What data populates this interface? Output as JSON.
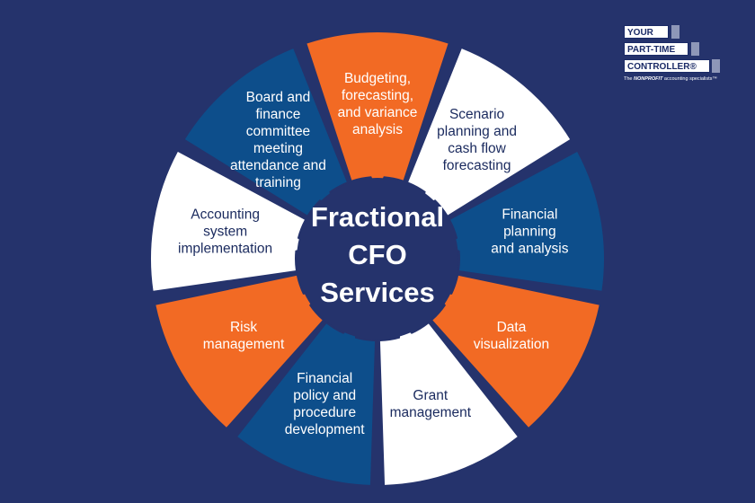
{
  "center": {
    "lines": [
      "Fractional",
      "CFO",
      "Services"
    ]
  },
  "segments": [
    {
      "lines": [
        "Budgeting,",
        "forecasting,",
        "and variance",
        "analysis"
      ],
      "color": "#f26a24",
      "text_color": "#ffffff"
    },
    {
      "lines": [
        "Scenario",
        "planning and",
        "cash flow",
        "forecasting"
      ],
      "color": "#ffffff",
      "text_color": "#1a2a5e"
    },
    {
      "lines": [
        "Financial",
        "planning",
        "and analysis"
      ],
      "color": "#0d4e8b",
      "text_color": "#ffffff"
    },
    {
      "lines": [
        "Data",
        "visualization"
      ],
      "color": "#f26a24",
      "text_color": "#ffffff"
    },
    {
      "lines": [
        "Grant",
        "management"
      ],
      "color": "#ffffff",
      "text_color": "#1a2a5e"
    },
    {
      "lines": [
        "Financial",
        "policy and",
        "procedure",
        "development"
      ],
      "color": "#0d4e8b",
      "text_color": "#ffffff"
    },
    {
      "lines": [
        "Risk",
        "management"
      ],
      "color": "#f26a24",
      "text_color": "#ffffff"
    },
    {
      "lines": [
        "Accounting",
        "system",
        "implementation"
      ],
      "color": "#ffffff",
      "text_color": "#1a2a5e"
    },
    {
      "lines": [
        "Board and",
        "finance",
        "committee",
        "meeting",
        "attendance and",
        "training"
      ],
      "color": "#0d4e8b",
      "text_color": "#ffffff"
    }
  ],
  "logo": {
    "line1": "YOUR",
    "line2": "PART-TIME",
    "line3": "CONTROLLER®",
    "tagline_prefix": "The ",
    "tagline_emphasis": "NONPROFIT",
    "tagline_suffix": " accounting specialists™"
  },
  "colors": {
    "background": "#25336c",
    "hub": "#25336c",
    "orange": "#f26a24",
    "blue": "#0d4e8b",
    "white": "#ffffff"
  }
}
